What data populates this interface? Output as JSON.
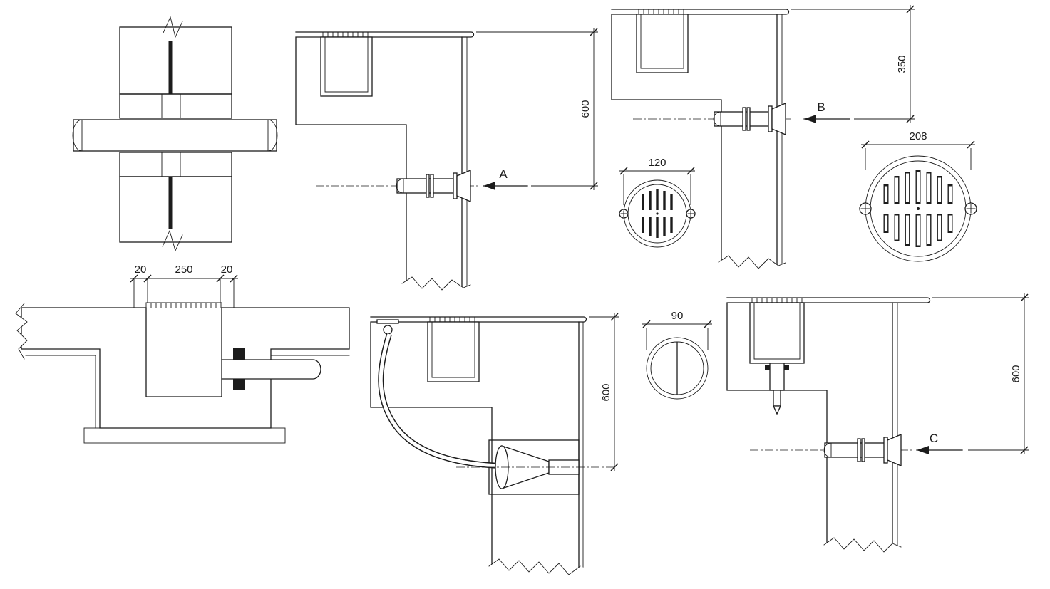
{
  "details": {
    "scupper_a": {
      "dim_height": "600",
      "section_label": "A"
    },
    "scupper_b": {
      "dim_height": "350",
      "section_label": "B"
    },
    "drain_plan_small": {
      "dim_diameter": "120"
    },
    "drain_plan_large": {
      "dim_diameter": "208"
    },
    "floor_sump": {
      "dim_edge_left": "20",
      "dim_opening": "250",
      "dim_edge_right": "20"
    },
    "hose_drain": {
      "dim_height": "600"
    },
    "valve_plan": {
      "dim_diameter": "90"
    },
    "scupper_c": {
      "dim_height": "600",
      "section_label": "C"
    }
  }
}
